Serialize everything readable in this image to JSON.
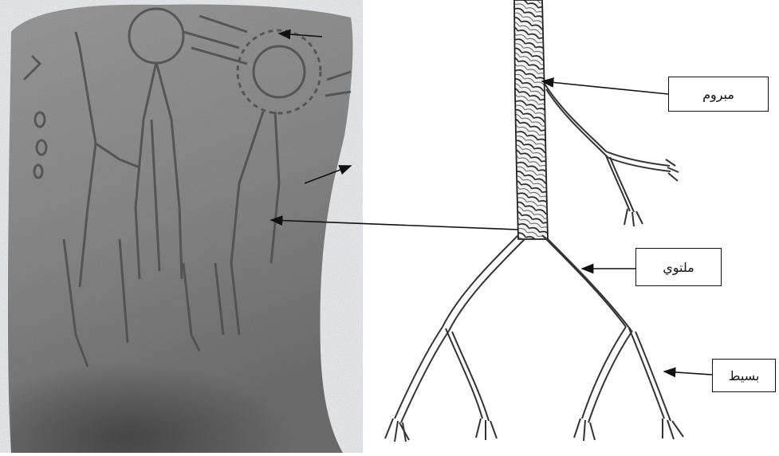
{
  "labels": {
    "twisted": "مبروم",
    "twined": "ملتوي",
    "simple": "بسيط"
  },
  "figure": {
    "left_image": "carved-stele-photo",
    "right_image": "rope-branching-diagram"
  },
  "colors": {
    "stone": "#8e8e8e",
    "stone_dark": "#5a5a5a",
    "ink": "#111111"
  }
}
